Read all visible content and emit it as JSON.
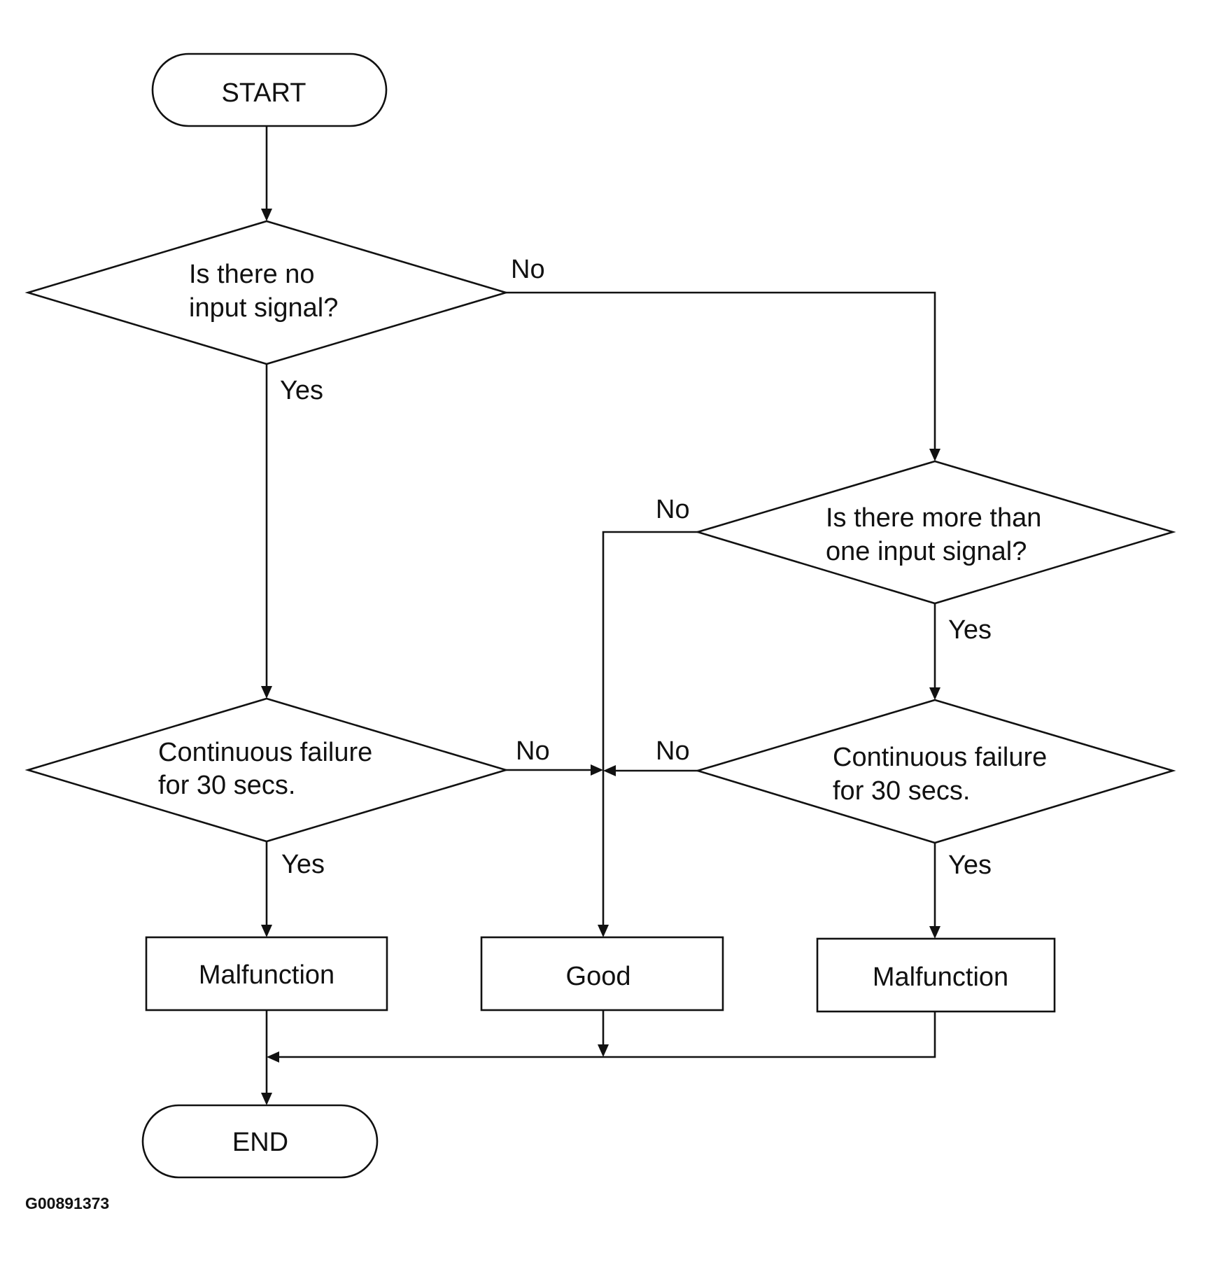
{
  "nodes": {
    "start": "START",
    "decision1": [
      "Is there no",
      "input signal?"
    ],
    "decision2": [
      "Is there more than",
      "one input signal?"
    ],
    "decision3": [
      "Continuous failure",
      "for 30 secs."
    ],
    "decision4": [
      "Continuous failure",
      "for 30 secs."
    ],
    "malfunction_left": "Malfunction",
    "good": "Good",
    "malfunction_right": "Malfunction",
    "end": "END"
  },
  "edges": {
    "d1_no": "No",
    "d1_yes": "Yes",
    "d2_no": "No",
    "d2_yes": "Yes",
    "d3_no": "No",
    "d3_yes": "Yes",
    "d4_no": "No",
    "d4_yes": "Yes"
  },
  "figure_code": "G00891373"
}
